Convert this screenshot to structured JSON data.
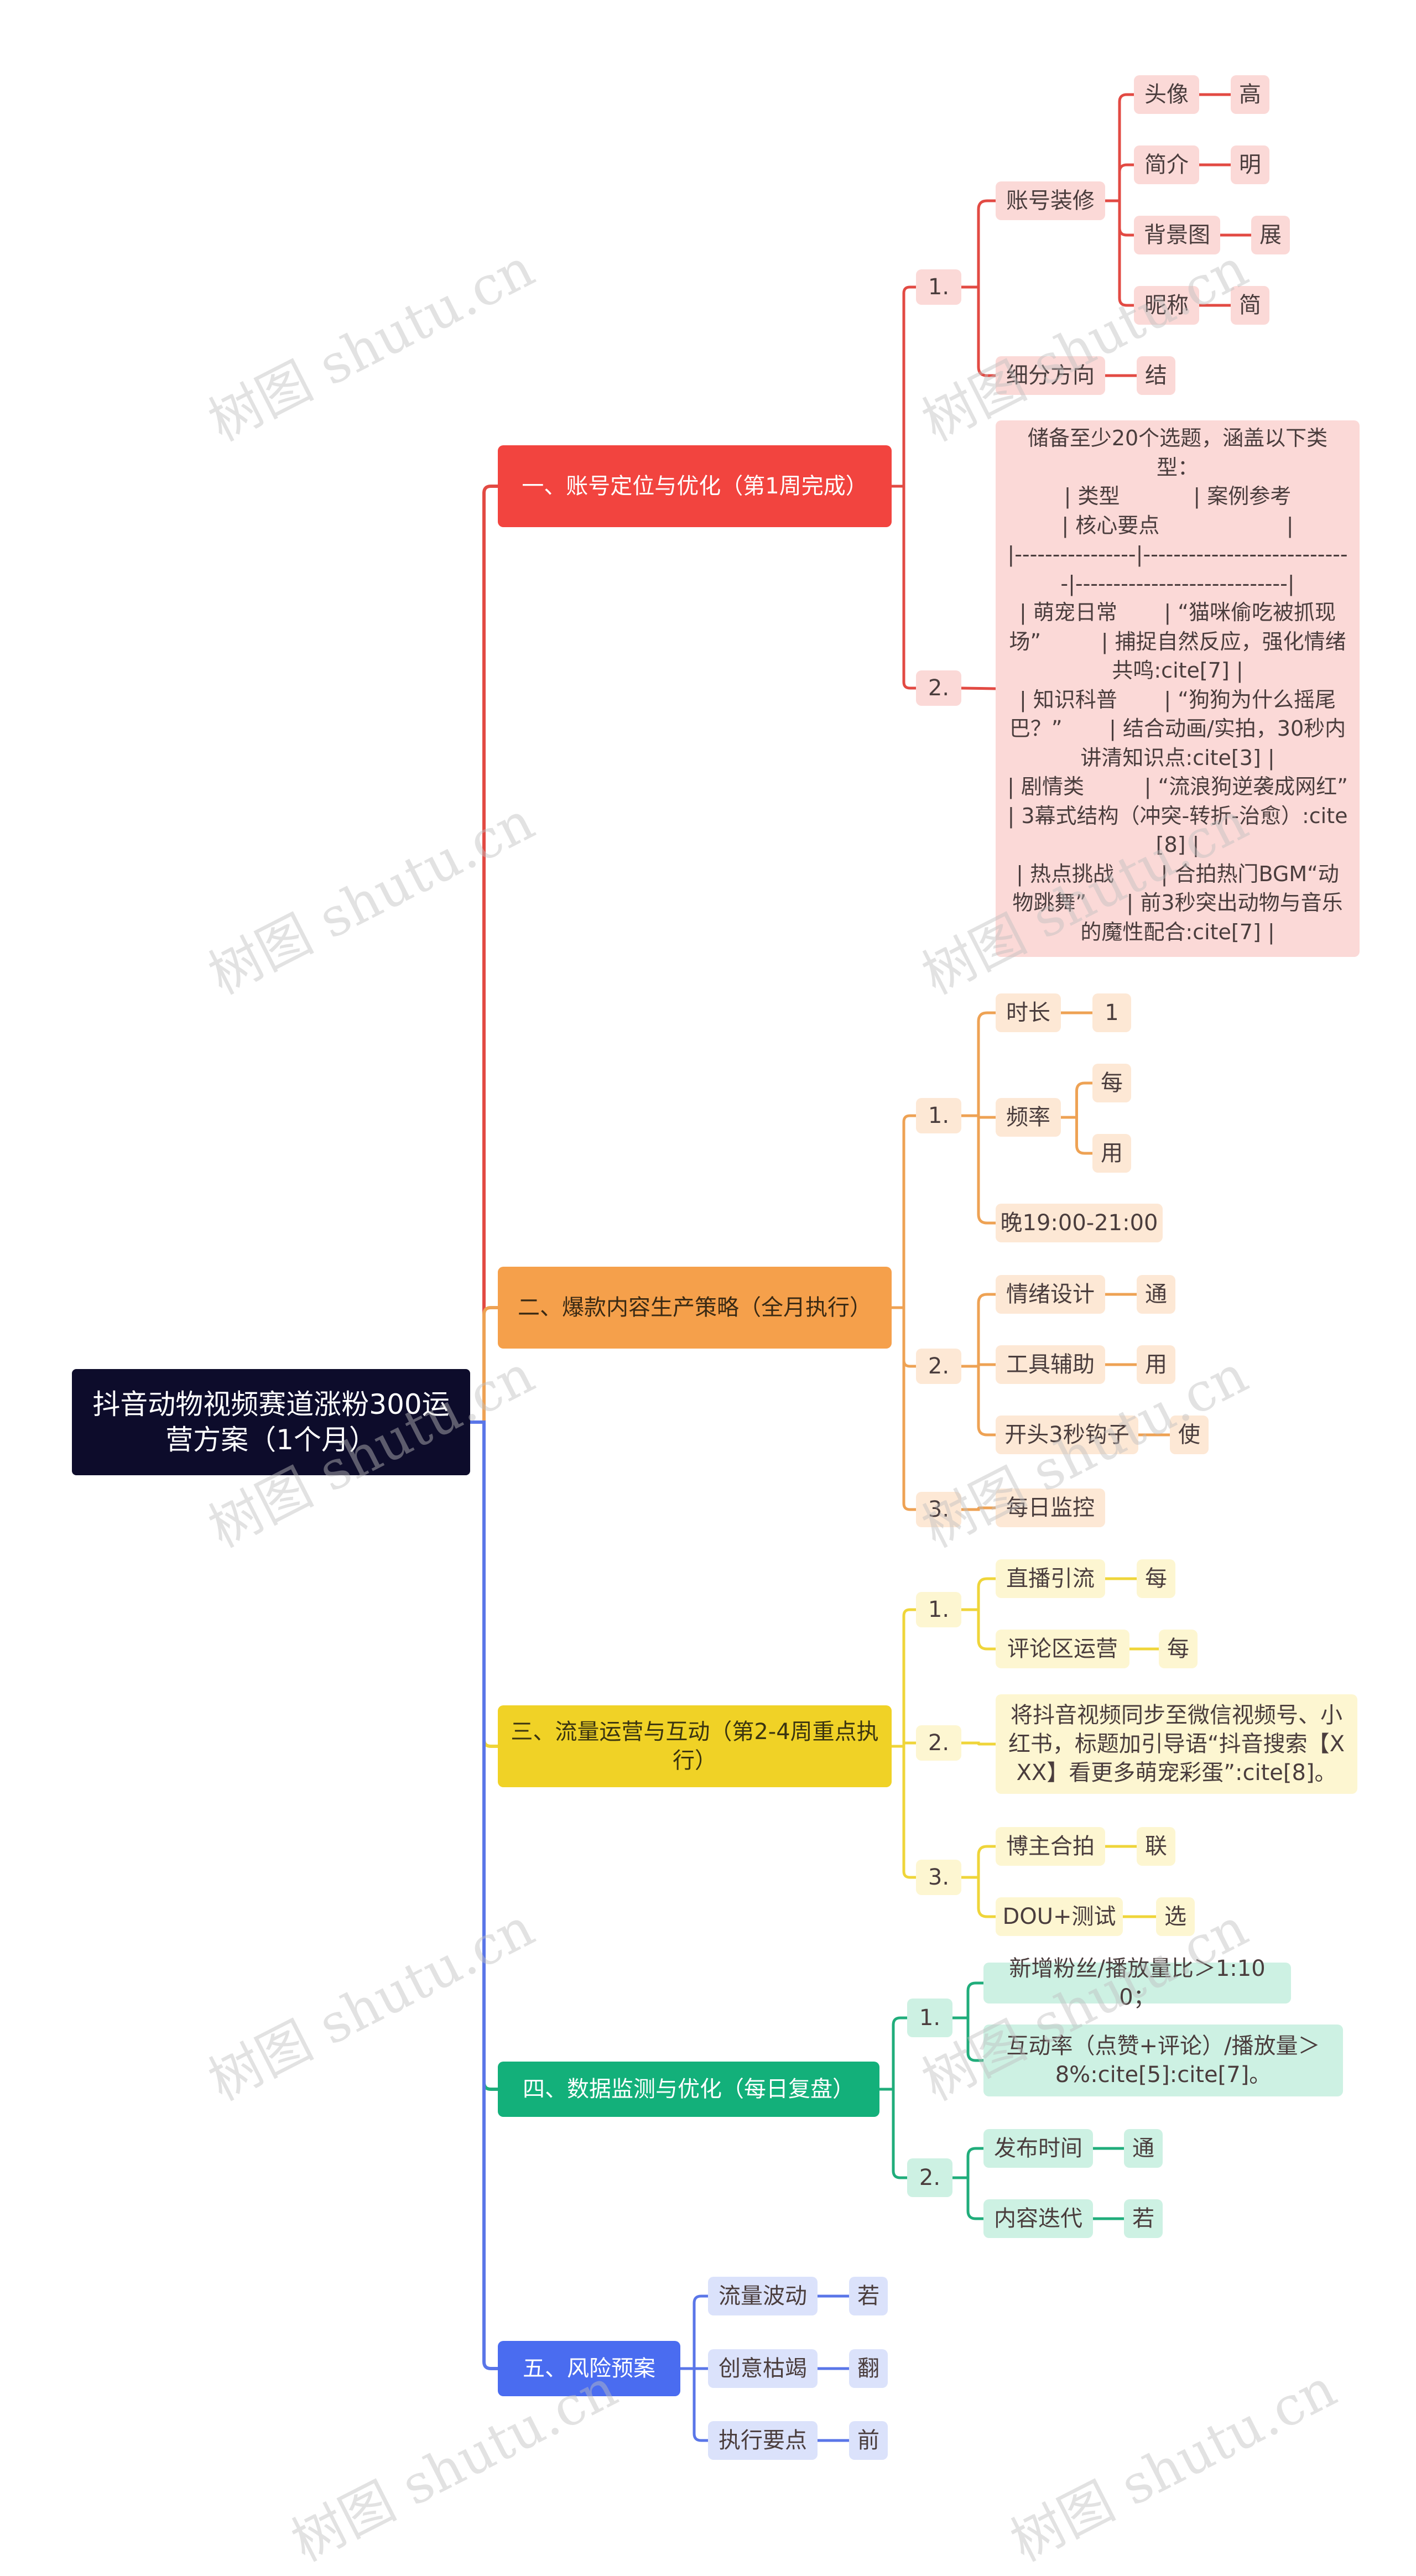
{
  "root": {
    "label": "抖音动物视频赛道涨粉300运营方案（1个月）"
  },
  "colors": {
    "root_bg": "#0d0c2b",
    "red": "#f2443f",
    "red_line": "#e24a43",
    "red_light": "#fbd9d7",
    "orange": "#f5a04b",
    "orange_line": "#eea254",
    "orange_light": "#fde8d5",
    "yellow": "#f0d226",
    "yellow_line": "#efd53a",
    "yellow_light": "#fdf6d1",
    "green": "#13b07a",
    "green_line": "#20ad7b",
    "green_light": "#cdf1e3",
    "blue": "#4a6cf0",
    "blue_line": "#5a76e8",
    "blue_light": "#dbe2fb"
  },
  "watermark": "树图 shutu.cn",
  "sections": [
    {
      "label": "一、账号定位与优化（第1周完成）",
      "children": [
        {
          "label": "1.",
          "children": [
            {
              "label": "账号装修",
              "children": [
                {
                  "label": "头像",
                  "children": [
                    {
                      "label": "高"
                    }
                  ]
                },
                {
                  "label": "简介",
                  "children": [
                    {
                      "label": "明"
                    }
                  ]
                },
                {
                  "label": "背景图",
                  "children": [
                    {
                      "label": "展"
                    }
                  ]
                },
                {
                  "label": "昵称",
                  "children": [
                    {
                      "label": "简"
                    }
                  ]
                }
              ]
            },
            {
              "label": "细分方向",
              "children": [
                {
                  "label": "结"
                }
              ]
            }
          ]
        },
        {
          "label": "2.",
          "children": [
            {
              "label": "储备至少20个选题，涵盖以下类型：\n| 类型           | 案例参考                   | 核心要点                   |\n|----------------|----------------------------|----------------------------|\n| 萌宠日常       | “猫咪偷吃被抓现场”         | 捕捉自然反应，强化情绪共鸣:cite[7] |\n| 知识科普       | “狗狗为什么摇尾巴？”       | 结合动画/实拍，30秒内讲清知识点:cite[3] |\n| 剧情类         | “流浪狗逆袭成网红”         | 3幕式结构（冲突-转折-治愈）:cite[8] |\n| 热点挑战       | 合拍热门BGM“动物跳舞”      | 前3秒突出动物与音乐的魔性配合:cite[7] |"
            }
          ]
        }
      ]
    },
    {
      "label": "二、爆款内容生产策略（全月执行）",
      "children": [
        {
          "label": "1.",
          "children": [
            {
              "label": "时长",
              "children": [
                {
                  "label": "1"
                }
              ]
            },
            {
              "label": "频率",
              "children": [
                {
                  "label": "每"
                },
                {
                  "label": "用"
                }
              ]
            },
            {
              "label": "晚19:00-21:00"
            }
          ]
        },
        {
          "label": "2.",
          "children": [
            {
              "label": "情绪设计",
              "children": [
                {
                  "label": "通"
                }
              ]
            },
            {
              "label": "工具辅助",
              "children": [
                {
                  "label": "用"
                }
              ]
            },
            {
              "label": "开头3秒钩子",
              "children": [
                {
                  "label": "使"
                }
              ]
            }
          ]
        },
        {
          "label": "3.",
          "children": [
            {
              "label": "每日监控"
            }
          ]
        }
      ]
    },
    {
      "label": "三、流量运营与互动（第2-4周重点执行）",
      "children": [
        {
          "label": "1.",
          "children": [
            {
              "label": "直播引流",
              "children": [
                {
                  "label": "每"
                }
              ]
            },
            {
              "label": "评论区运营",
              "children": [
                {
                  "label": "每"
                }
              ]
            }
          ]
        },
        {
          "label": "2.",
          "children": [
            {
              "label": "将抖音视频同步至微信视频号、小红书，标题加引导语“抖音搜索【XXX】看更多萌宠彩蛋”:cite[8]。"
            }
          ]
        },
        {
          "label": "3.",
          "children": [
            {
              "label": "博主合拍",
              "children": [
                {
                  "label": "联"
                }
              ]
            },
            {
              "label": "DOU+测试",
              "children": [
                {
                  "label": "选"
                }
              ]
            }
          ]
        }
      ]
    },
    {
      "label": "四、数据监测与优化（每日复盘）",
      "children": [
        {
          "label": "1.",
          "children": [
            {
              "label": "新增粉丝/播放量比＞1:100；"
            },
            {
              "label": "互动率（点赞+评论）/播放量＞8%:cite[5]:cite[7]。"
            }
          ]
        },
        {
          "label": "2.",
          "children": [
            {
              "label": "发布时间",
              "children": [
                {
                  "label": "通"
                }
              ]
            },
            {
              "label": "内容迭代",
              "children": [
                {
                  "label": "若"
                }
              ]
            }
          ]
        }
      ]
    },
    {
      "label": "五、风险预案",
      "children": [
        {
          "label": "流量波动",
          "children": [
            {
              "label": "若"
            }
          ]
        },
        {
          "label": "创意枯竭",
          "children": [
            {
              "label": "翻"
            }
          ]
        },
        {
          "label": "执行要点",
          "children": [
            {
              "label": "前"
            }
          ]
        }
      ]
    }
  ]
}
